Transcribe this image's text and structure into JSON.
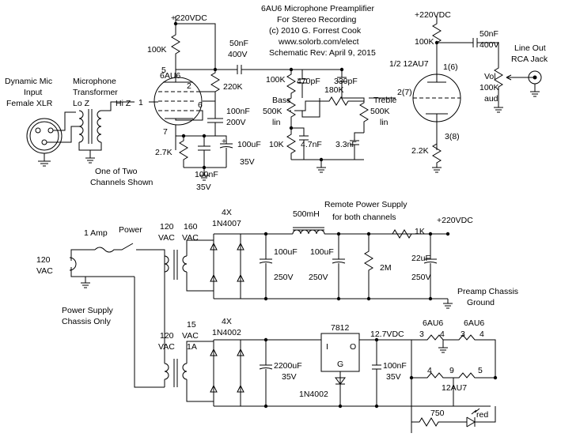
{
  "title": {
    "line1": "6AU6 Microphone Preamplifier",
    "line2": "For Stereo Recording",
    "line3": "(c) 2010 G. Forrest Cook",
    "line4": "www.solorb.com/elect",
    "line5": "Schematic Rev: April 9, 2015"
  },
  "preamp": {
    "b_plus_left": "+220VDC",
    "b_plus_right": "+220VDC",
    "r_plate_6au6": "100K",
    "pin5": "5",
    "pin2": "2",
    "pin6": "6",
    "pin7": "7",
    "pin1": "1",
    "tube_6au6": "6AU6",
    "r_220k": "220K",
    "c_50nf_a": "50nF",
    "c_400v_a": "400V",
    "c_100nf_screen": "100nF",
    "c_200v": "200V",
    "r_2_7k": "2.7K",
    "c_100uf": "100uF",
    "c_35v_a": "35V",
    "c_100nf_b": "100nF",
    "c_35v_b": "35V",
    "mic_label1": "Dynamic Mic",
    "mic_label2": "Input",
    "mic_label3": "Female XLR",
    "xfmr_label1": "Microphone",
    "xfmr_label2": "Transformer",
    "lo_z": "Lo Z",
    "hi_z": "Hi Z",
    "channels_note1": "One of Two",
    "channels_note2": "Channels Shown",
    "r_100k_tone": "100K",
    "c_470pf": "470pF",
    "c_330pf": "330pF",
    "bass": "Bass",
    "bass_val": "500K",
    "bass_lin": "lin",
    "r_180k": "180K",
    "treble": "Treble",
    "treble_val": "500K",
    "treble_lin": "lin",
    "r_10k": "10K",
    "c_4_7nf": "4.7nF",
    "c_3_3nf": "3.3nF",
    "half_12au7": "1/2 12AU7",
    "pin_1_6": "1(6)",
    "pin_2_7": "2(7)",
    "pin_3_8": "3(8)",
    "r_100k_b": "100K",
    "c_50nf_b": "50nF",
    "c_400v_b": "400V",
    "r_2_2k": "2.2K",
    "vol": "Vol",
    "vol_val": "100K",
    "vol_aud": "aud",
    "line_out1": "Line Out",
    "line_out2": "RCA Jack"
  },
  "psu": {
    "title1": "Remote Power Supply",
    "title2": "for both channels",
    "ac_in1": "120",
    "ac_in2": "VAC",
    "fuse": "1 Amp",
    "power": "Power",
    "t1_pri1": "120",
    "t1_pri2": "VAC",
    "t1_sec1": "160",
    "t1_sec2": "VAC",
    "diodes_hv1": "4X",
    "diodes_hv2": "1N4007",
    "choke": "500mH",
    "c1": "100uF",
    "c1v": "250V",
    "c2": "100uF",
    "c2v": "250V",
    "r_2m": "2M",
    "r_1k": "1K",
    "b_plus": "+220VDC",
    "c3": "22uF",
    "c3v": "250V",
    "gnd_note1": "Preamp Chassis",
    "gnd_note2": "Ground",
    "psu_note1": "Power Supply",
    "psu_note2": "Chassis Only",
    "t2_pri1": "120",
    "t2_pri2": "VAC",
    "t2_sec1": "15",
    "t2_sec2": "VAC",
    "t2_sec3": "1A",
    "diodes_lv1": "4X",
    "diodes_lv2": "1N4002",
    "c4": "2200uF",
    "c4v": "35V",
    "reg": "7812",
    "reg_i": "I",
    "reg_o": "O",
    "reg_g": "G",
    "reg_diode": "1N4002",
    "vout": "12.7VDC",
    "c5": "100nF",
    "c5v": "35V",
    "fil_a": "6AU6",
    "fil_b": "6AU6",
    "fil_a3": "3",
    "fil_a4": "4",
    "fil_b3": "3",
    "fil_b4": "4",
    "fil_c4": "4",
    "fil_c9": "9",
    "fil_c5": "5",
    "fil_c": "12AU7",
    "r_750": "750",
    "led": "red"
  }
}
